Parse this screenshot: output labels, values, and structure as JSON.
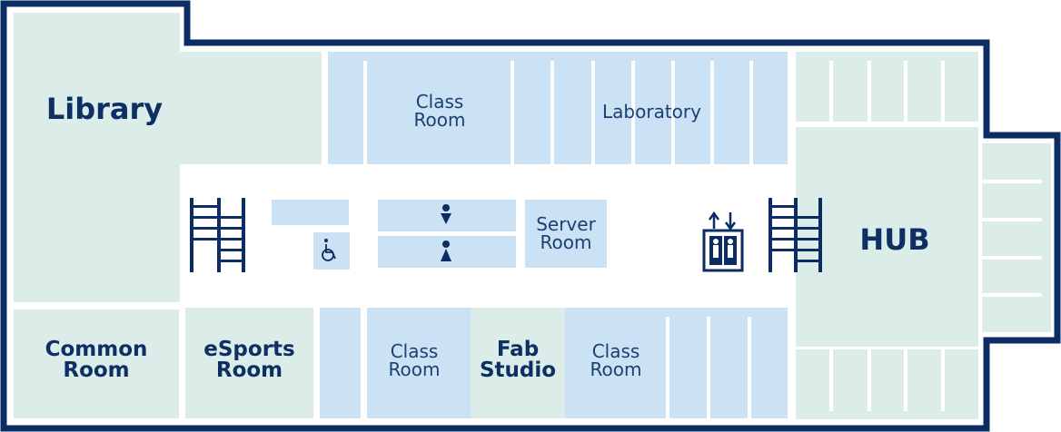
{
  "colors": {
    "wall": "#0b2d63",
    "room_green": "#dbece9",
    "room_blue": "#cbe2f5",
    "corridor": "#ffffff",
    "icon": "#0e2f63"
  },
  "rooms": {
    "library": "Library",
    "class_room_top": [
      "Class",
      "Room"
    ],
    "laboratory": "Laboratory",
    "hub": "HUB",
    "server_room": [
      "Server",
      "Room"
    ],
    "common_room": [
      "Common",
      "Room"
    ],
    "esports_room": [
      "eSports",
      "Room"
    ],
    "class_room_bottom_left": [
      "Class",
      "Room"
    ],
    "fab_studio": [
      "Fab",
      "Studio"
    ],
    "class_room_bottom_right": [
      "Class",
      "Room"
    ]
  },
  "icons": {
    "stairs_left": "stairs-icon",
    "stairs_right": "stairs-icon",
    "accessible": "wheelchair-icon",
    "restroom_male": "male-restroom-icon",
    "restroom_female": "female-restroom-icon",
    "elevator": "elevator-icon"
  }
}
